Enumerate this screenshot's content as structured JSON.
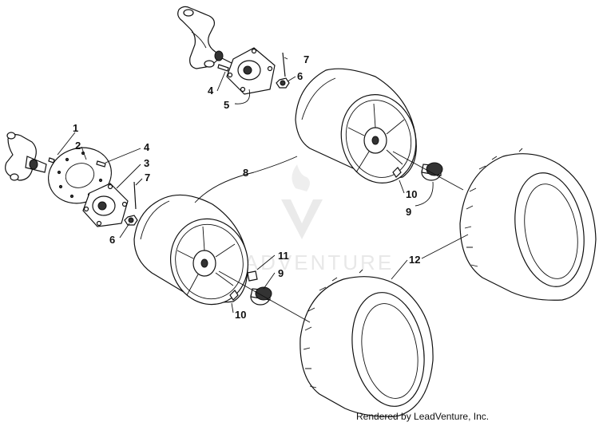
{
  "watermark": {
    "text": "LEADVENTURE"
  },
  "credit": "Rendered by LeadVenture, Inc.",
  "callouts": [
    {
      "id": "1",
      "label": "1"
    },
    {
      "id": "2",
      "label": "2"
    },
    {
      "id": "3",
      "label": "3"
    },
    {
      "id": "4a",
      "label": "4"
    },
    {
      "id": "4b",
      "label": "4"
    },
    {
      "id": "5",
      "label": "5"
    },
    {
      "id": "6a",
      "label": "6"
    },
    {
      "id": "6b",
      "label": "6"
    },
    {
      "id": "7a",
      "label": "7"
    },
    {
      "id": "7b",
      "label": "7"
    },
    {
      "id": "8",
      "label": "8"
    },
    {
      "id": "9a",
      "label": "9"
    },
    {
      "id": "9b",
      "label": "9"
    },
    {
      "id": "10a",
      "label": "10"
    },
    {
      "id": "10b",
      "label": "10"
    },
    {
      "id": "11",
      "label": "11"
    },
    {
      "id": "12",
      "label": "12"
    }
  ]
}
